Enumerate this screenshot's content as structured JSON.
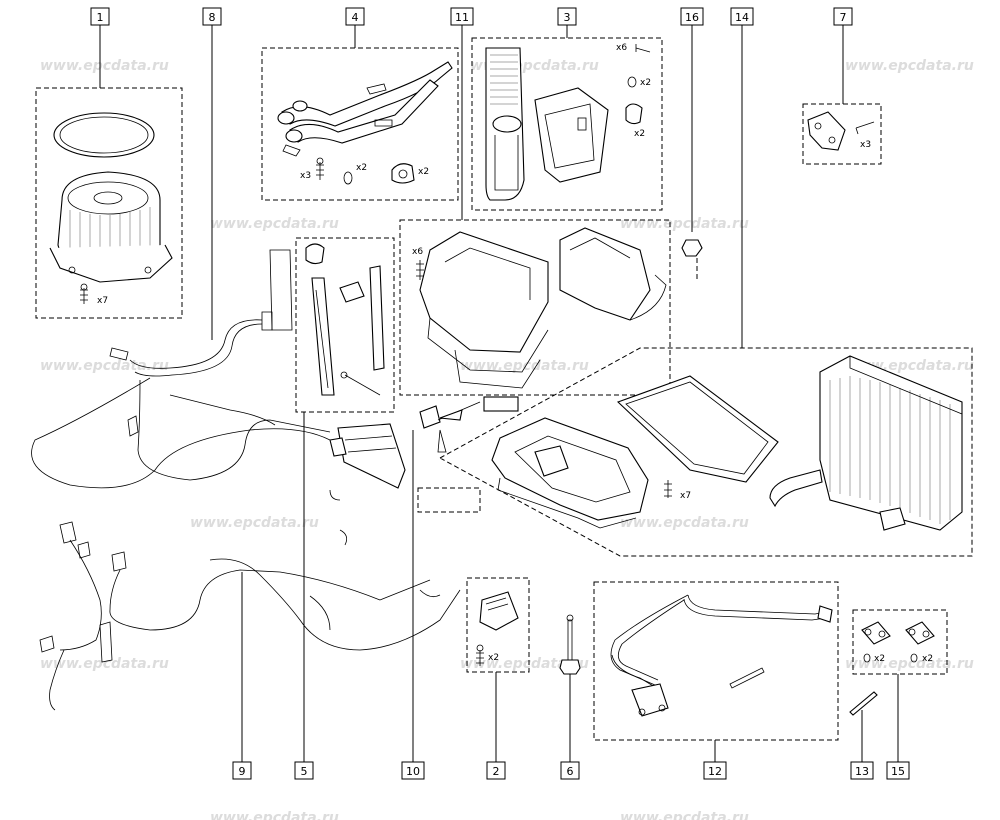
{
  "watermark": "www.epcdata.ru",
  "callouts": [
    {
      "id": "1",
      "label": "1"
    },
    {
      "id": "2",
      "label": "2"
    },
    {
      "id": "3",
      "label": "3"
    },
    {
      "id": "4",
      "label": "4"
    },
    {
      "id": "5",
      "label": "5"
    },
    {
      "id": "6",
      "label": "6"
    },
    {
      "id": "7",
      "label": "7"
    },
    {
      "id": "8",
      "label": "8"
    },
    {
      "id": "9",
      "label": "9"
    },
    {
      "id": "10",
      "label": "10"
    },
    {
      "id": "11",
      "label": "11"
    },
    {
      "id": "12",
      "label": "12"
    },
    {
      "id": "13",
      "label": "13"
    },
    {
      "id": "14",
      "label": "14"
    },
    {
      "id": "15",
      "label": "15"
    },
    {
      "id": "16",
      "label": "16"
    }
  ],
  "quantities": {
    "q1_screws": "x7",
    "q4_screws": "x3",
    "q4_rings": "x2",
    "q4_clips": "x2",
    "q3_screws": "x6",
    "q3_rings": "x2",
    "q3_clips": "x2",
    "q7_screws": "x3",
    "q11_screws": "x6",
    "q14_screws": "x7",
    "q2_screws": "x2",
    "q15_left": "x2",
    "q15_right": "x2"
  }
}
